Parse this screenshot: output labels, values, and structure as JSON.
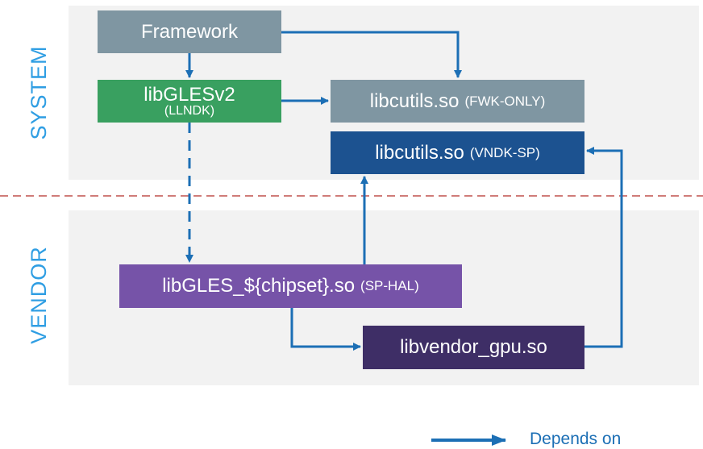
{
  "zones": {
    "system": "SYSTEM",
    "vendor": "VENDOR"
  },
  "boxes": {
    "framework": {
      "name": "Framework"
    },
    "libgles": {
      "name": "libGLESv2",
      "tag": "(LLNDK)"
    },
    "libcutils_fwk": {
      "name": "libcutils.so",
      "tag": "(FWK-ONLY)"
    },
    "libcutils_vndk": {
      "name": "libcutils.so",
      "tag": "(VNDK-SP)"
    },
    "libgles_chipset": {
      "name": "libGLES_${chipset}.so",
      "tag": "(SP-HAL)"
    },
    "libvendor_gpu": {
      "name": "libvendor_gpu.so"
    }
  },
  "legend": {
    "label": "Depends on"
  },
  "colors": {
    "zone_background": "#f2f2f2",
    "zone_label": "#2f9ee3",
    "arrow": "#1c6fb5",
    "boundary_line": "#c0504d",
    "framework": "#7f96a2",
    "llndk": "#39a060",
    "fwk_only": "#7f96a2",
    "vndk_sp": "#1c5290",
    "sp_hal": "#7653a8",
    "vendor_lib": "#3e2e66"
  }
}
